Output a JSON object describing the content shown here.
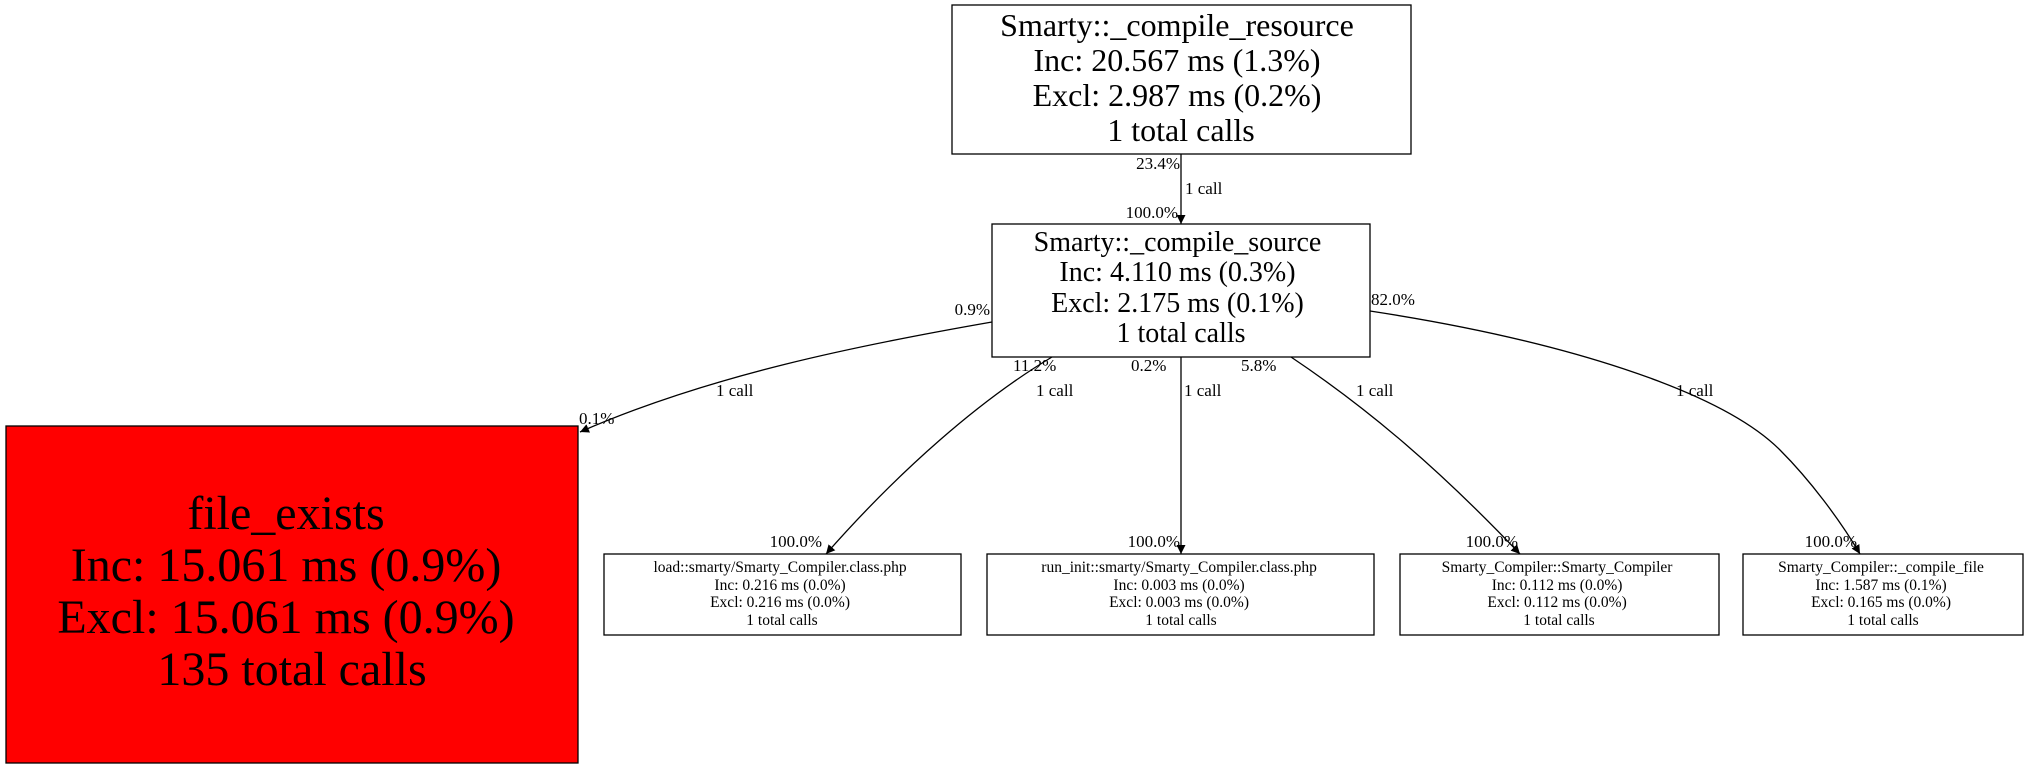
{
  "nodes": {
    "compile_resource": {
      "lines": [
        "Smarty::_compile_resource",
        "Inc: 20.567 ms (1.3%)",
        "Excl: 2.987 ms (0.2%)",
        "1 total calls"
      ],
      "fill": "#ffffff"
    },
    "compile_source": {
      "lines": [
        "Smarty::_compile_source",
        "Inc: 4.110 ms (0.3%)",
        "Excl: 2.175 ms (0.1%)",
        "1 total calls"
      ],
      "fill": "#ffffff"
    },
    "file_exists": {
      "lines": [
        "file_exists",
        "Inc: 15.061 ms (0.9%)",
        "Excl: 15.061 ms (0.9%)",
        "135 total calls"
      ],
      "fill": "#ff0000"
    },
    "load": {
      "lines": [
        "load::smarty/Smarty_Compiler.class.php",
        "Inc: 0.216 ms (0.0%)",
        "Excl: 0.216 ms (0.0%)",
        "1 total calls"
      ],
      "fill": "#ffffff"
    },
    "run_init": {
      "lines": [
        "run_init::smarty/Smarty_Compiler.class.php",
        "Inc: 0.003 ms (0.0%)",
        "Excl: 0.003 ms (0.0%)",
        "1 total calls"
      ],
      "fill": "#ffffff"
    },
    "smarty_compiler": {
      "lines": [
        "Smarty_Compiler::Smarty_Compiler",
        "Inc: 0.112 ms (0.0%)",
        "Excl: 0.112 ms (0.0%)",
        "1 total calls"
      ],
      "fill": "#ffffff"
    },
    "compile_file": {
      "lines": [
        "Smarty_Compiler::_compile_file",
        "Inc: 1.587 ms (0.1%)",
        "Excl: 0.165 ms (0.0%)",
        "1 total calls"
      ],
      "fill": "#ffffff"
    }
  },
  "edges": {
    "resource_to_source": {
      "tail": "23.4%",
      "label": "1 call",
      "head": "100.0%"
    },
    "source_to_file_exists": {
      "tail": "0.9%",
      "label": "1 call",
      "head": "0.1%"
    },
    "source_to_load": {
      "tail": "11.2%",
      "label": "1 call",
      "head": "100.0%"
    },
    "source_to_run_init": {
      "tail": "0.2%",
      "label": "1 call",
      "head": "100.0%"
    },
    "source_to_smarty_compiler": {
      "tail": "5.8%",
      "label": "1 call",
      "head": "100.0%"
    },
    "source_to_compile_file": {
      "tail": "82.0%",
      "label": "1 call",
      "head": "100.0%"
    }
  }
}
